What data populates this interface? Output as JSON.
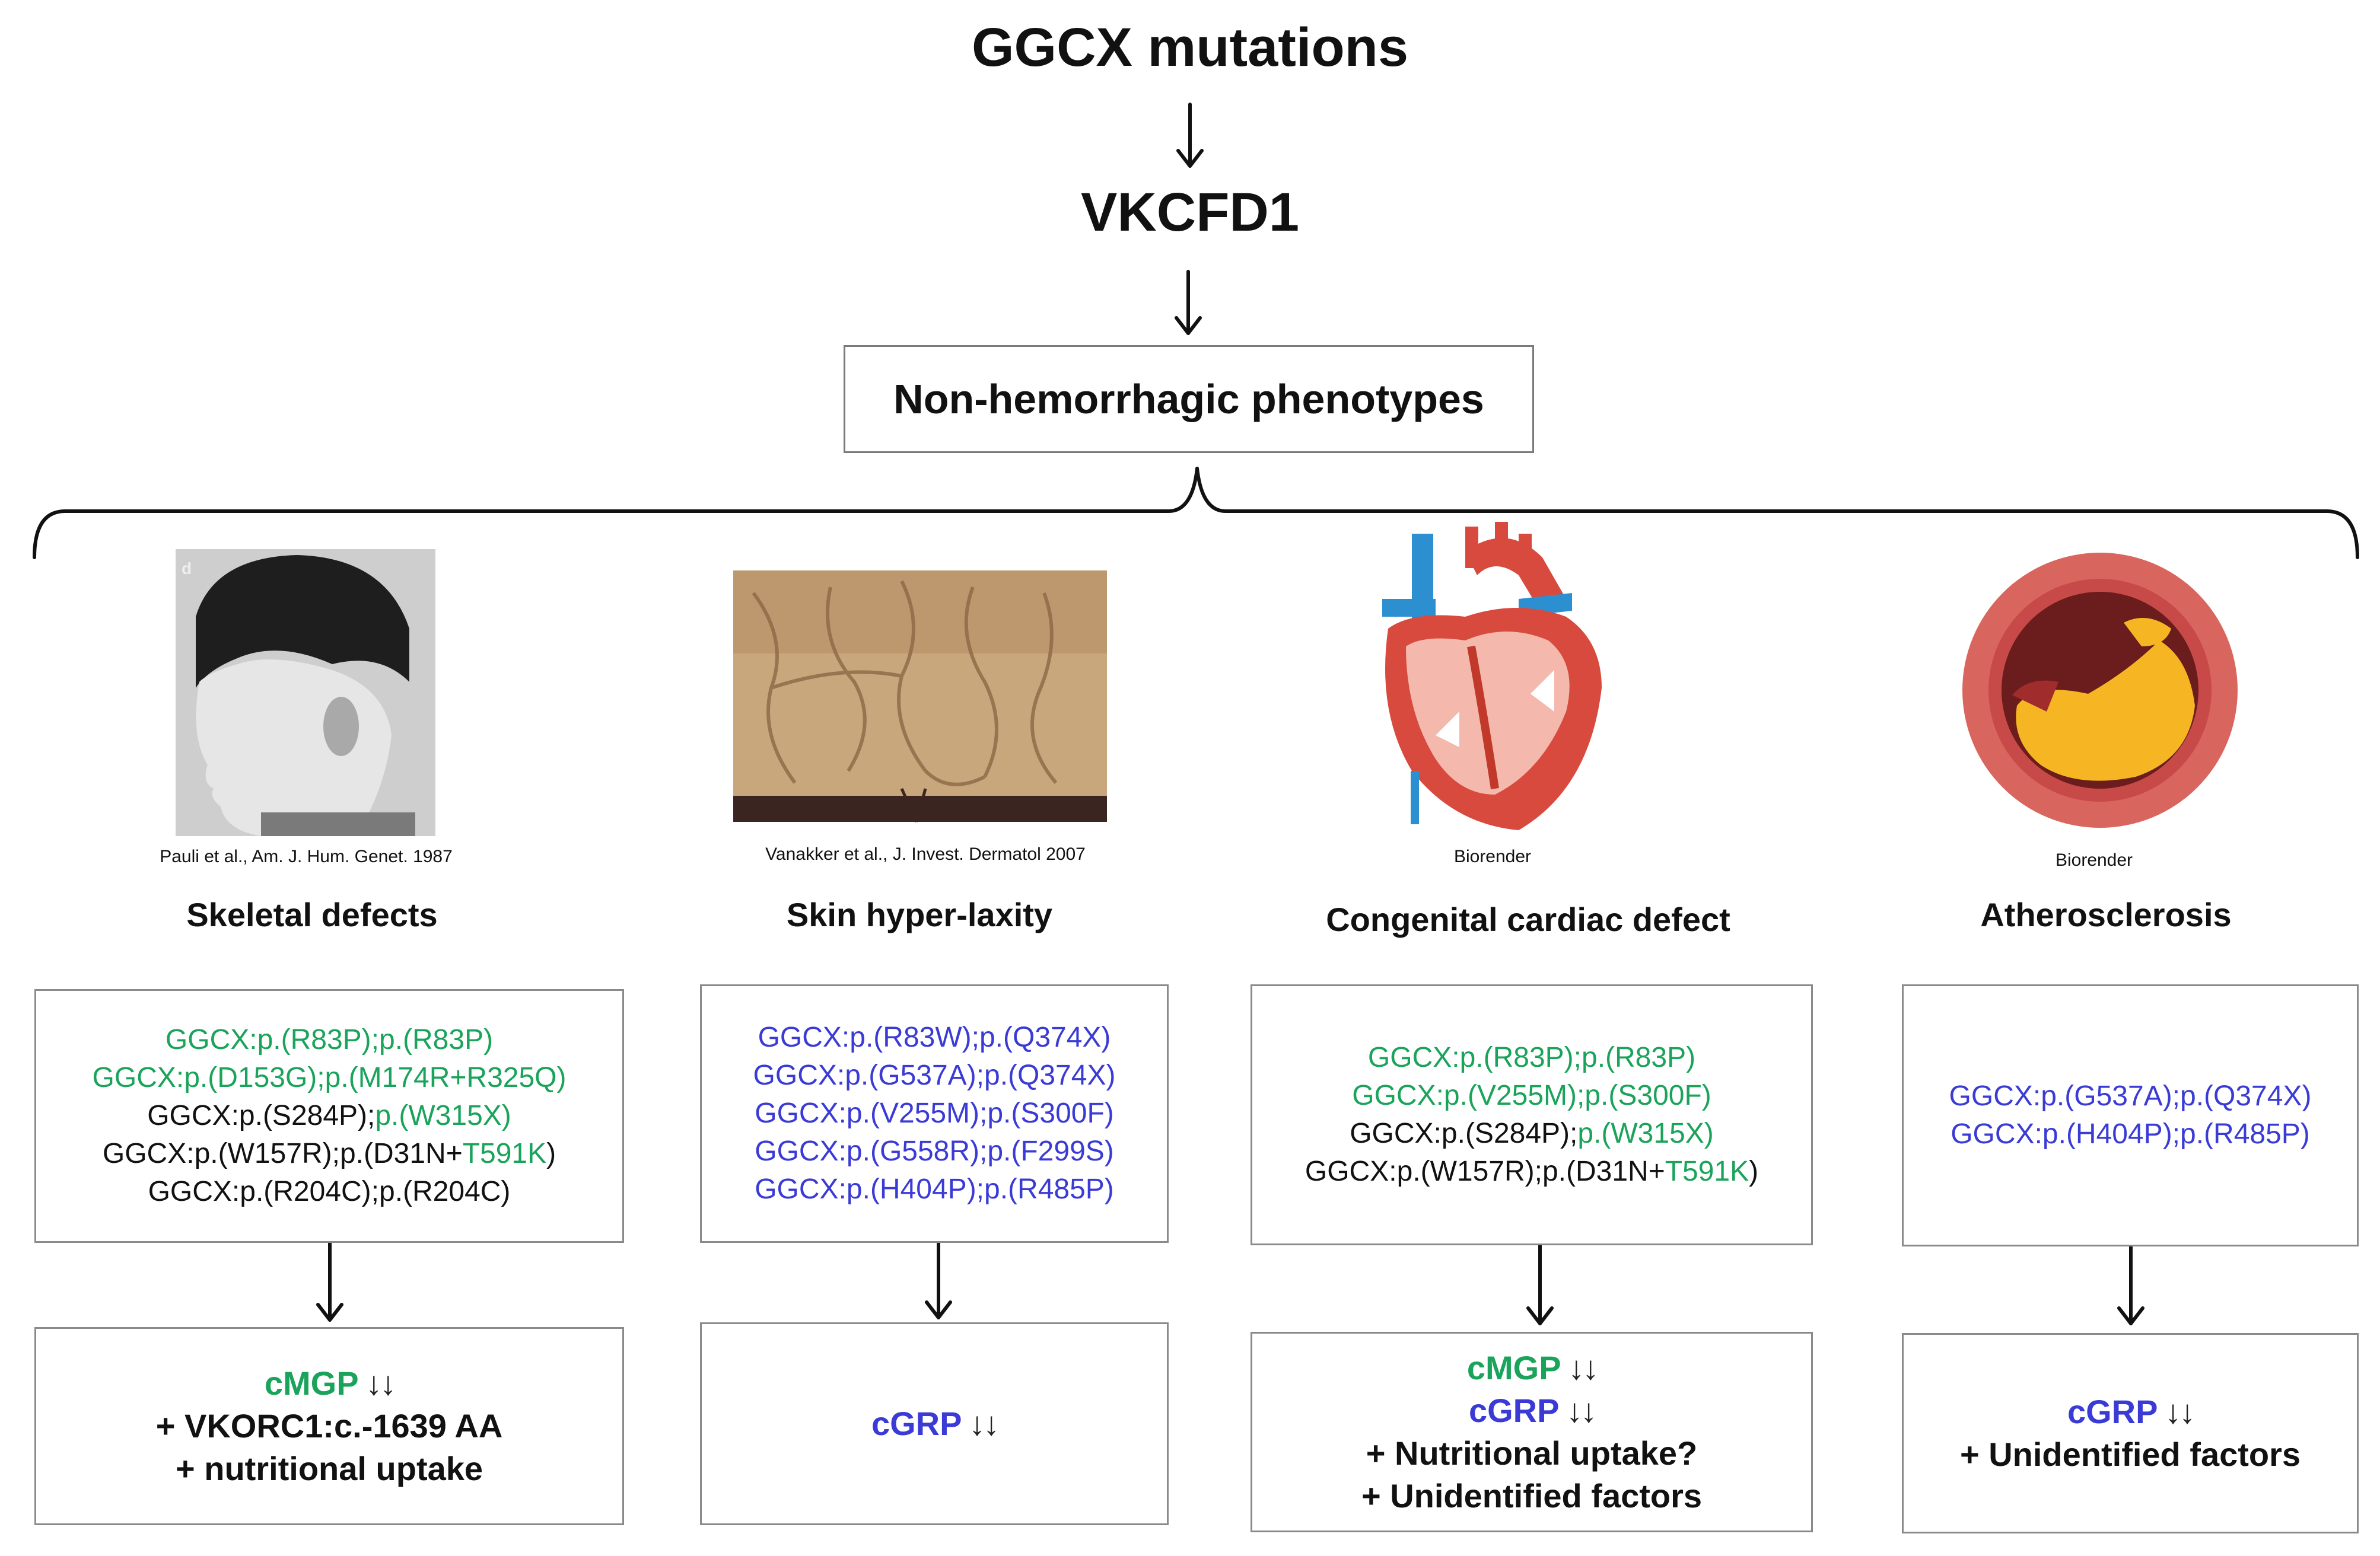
{
  "header": {
    "title": "GGCX mutations",
    "disease": "VKCFD1",
    "phenotype_box": "Non-hemorrhagic phenotypes"
  },
  "columns": [
    {
      "title": "Skeletal defects",
      "credit": "Pauli et al., Am. J. Hum. Genet. 1987",
      "image_icon": "child-profile-photo",
      "mutations": [
        [
          {
            "text": "GGCX:p.(R83P);p.(R83P)",
            "color": "green"
          }
        ],
        [
          {
            "text": "GGCX:p.(D153G);p.(M174R+R325Q)",
            "color": "green"
          }
        ],
        [
          {
            "text": "GGCX:p.(S284P);",
            "color": "black"
          },
          {
            "text": "p.(W315X)",
            "color": "green"
          }
        ],
        [
          {
            "text": "GGCX:p.(W157R);p.(D31N+",
            "color": "black"
          },
          {
            "text": "T591K",
            "color": "green"
          },
          {
            "text": ")",
            "color": "black"
          }
        ],
        [
          {
            "text": "GGCX:p.(R204C);p.(R204C)",
            "color": "black"
          }
        ]
      ],
      "effects": [
        [
          {
            "text": "cMGP",
            "color": "green"
          },
          {
            "text": " ↓↓",
            "color": "down"
          }
        ],
        [
          {
            "text": "+ VKORC1:c.-1639 AA",
            "color": "black"
          }
        ],
        [
          {
            "text": "+ nutritional uptake",
            "color": "black"
          }
        ]
      ]
    },
    {
      "title": "Skin hyper-laxity",
      "credit": "Vanakker et al., J. Invest. Dermatol 2007",
      "image_icon": "skin-photo",
      "mutations": [
        [
          {
            "text": "GGCX:p.(R83W);p.(Q374X)",
            "color": "blue"
          }
        ],
        [
          {
            "text": "GGCX:p.(G537A);p.(Q374X)",
            "color": "blue"
          }
        ],
        [
          {
            "text": "GGCX:p.(V255M);p.(S300F)",
            "color": "blue"
          }
        ],
        [
          {
            "text": "GGCX:p.(G558R);p.(F299S)",
            "color": "blue"
          }
        ],
        [
          {
            "text": "GGCX:p.(H404P);p.(R485P)",
            "color": "blue"
          }
        ]
      ],
      "effects": [
        [
          {
            "text": "cGRP",
            "color": "blue"
          },
          {
            "text": " ↓↓",
            "color": "down"
          }
        ]
      ]
    },
    {
      "title": "Congenital cardiac defect",
      "credit": "Biorender",
      "image_icon": "heart-icon",
      "mutations": [
        [
          {
            "text": "GGCX:p.(R83P);p.(R83P)",
            "color": "green"
          }
        ],
        [
          {
            "text": "GGCX:p.(V255M);p.(S300F)",
            "color": "green"
          }
        ],
        [
          {
            "text": "GGCX:p.(S284P);",
            "color": "black"
          },
          {
            "text": "p.(W315X)",
            "color": "green"
          }
        ],
        [
          {
            "text": "GGCX:p.(W157R);p.(D31N+",
            "color": "black"
          },
          {
            "text": "T591K",
            "color": "green"
          },
          {
            "text": ")",
            "color": "black"
          }
        ]
      ],
      "effects": [
        [
          {
            "text": "cMGP",
            "color": "green"
          },
          {
            "text": " ↓↓",
            "color": "down"
          }
        ],
        [
          {
            "text": "cGRP",
            "color": "blue"
          },
          {
            "text": " ↓↓",
            "color": "down"
          }
        ],
        [
          {
            "text": "+ Nutritional uptake?",
            "color": "black"
          }
        ],
        [
          {
            "text": "+ Unidentified factors",
            "color": "black"
          }
        ]
      ]
    },
    {
      "title": "Atherosclerosis",
      "credit": "Biorender",
      "image_icon": "artery-plaque-icon",
      "mutations": [
        [
          {
            "text": "GGCX:p.(G537A);p.(Q374X)",
            "color": "blue"
          }
        ],
        [
          {
            "text": "GGCX:p.(H404P);p.(R485P)",
            "color": "blue"
          }
        ]
      ],
      "effects": [
        [
          {
            "text": "cGRP",
            "color": "blue"
          },
          {
            "text": " ↓↓",
            "color": "down"
          }
        ],
        [
          {
            "text": "+ Unidentified factors",
            "color": "black"
          }
        ]
      ]
    }
  ],
  "colors": {
    "green": "#1aa35a",
    "blue": "#3a3ad6",
    "black": "#111111"
  }
}
